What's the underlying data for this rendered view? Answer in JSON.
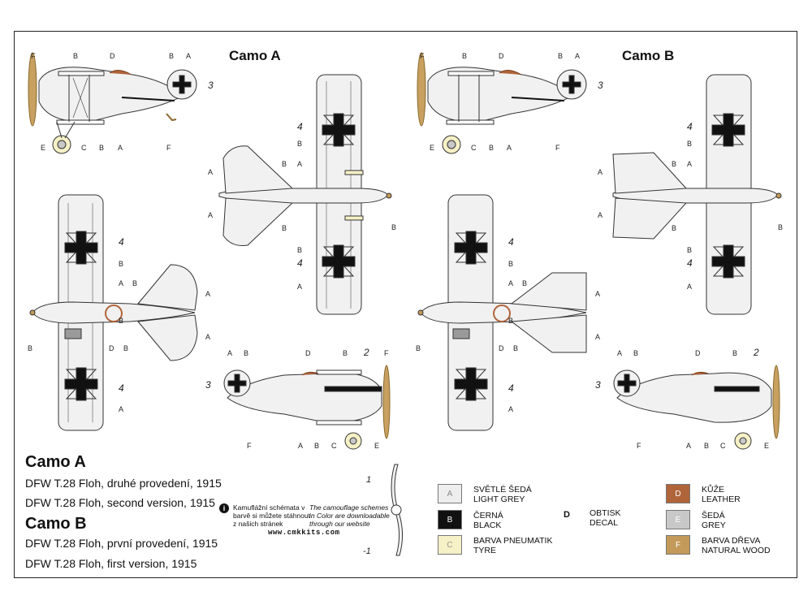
{
  "sheet": {
    "camo_a_title": "Camo A",
    "camo_b_title": "Camo B"
  },
  "callouts": {
    "A": "A",
    "B": "B",
    "C": "C",
    "D": "D",
    "E": "E",
    "F": "F",
    "n1": "1",
    "nm1": "-1",
    "n2": "2",
    "n3": "3",
    "n4": "4"
  },
  "legend": {
    "camo_a": {
      "title": "Camo A",
      "line1": "DFW T.28 Floh, druhé provedení, 1915",
      "line2": "DFW T.28 Floh, second version, 1915"
    },
    "camo_b": {
      "title": "Camo B",
      "line1": "DFW T.28 Floh, první provedení, 1915",
      "line2": "DFW T.28 Floh, first version, 1915"
    }
  },
  "note": {
    "cz_1": "Kamuflážní schémata v",
    "cz_2": "barvě si můžete stáhnout",
    "cz_3": "z našich stránek",
    "en_1": "The camouflage schemes",
    "en_2": "in Color are downloadable",
    "en_3": "through our website",
    "url": "www.cmkkits.com",
    "icon": "info-icon"
  },
  "color_key": [
    {
      "code": "A",
      "cz": "SVĚTLÉ ŠEDÁ",
      "en": "LIGHT GREY",
      "color": "#eeeeee",
      "text_color": "#888888"
    },
    {
      "code": "B",
      "cz": "ČERNÁ",
      "en": "BLACK",
      "color": "#111111",
      "text_color": "#ffffff"
    },
    {
      "code": "C",
      "cz": "BARVA PNEUMATIK",
      "en": "TYRE",
      "color": "#f6f1c6",
      "text_color": "#999999"
    },
    {
      "code": "D",
      "cz": "OBTISK",
      "en": "DECAL",
      "color": "",
      "text_color": "#111111"
    },
    {
      "code": "D",
      "cz": "KŮŽE",
      "en": "LEATHER",
      "color": "#b0643a",
      "text_color": "#ffffff"
    },
    {
      "code": "E",
      "cz": "ŠEDÁ",
      "en": "GREY",
      "color": "#c8c8c8",
      "text_color": "#ffffff"
    },
    {
      "code": "F",
      "cz": "BARVA DŘEVA",
      "en": "NATURAL WOOD",
      "color": "#c39a5a",
      "text_color": "#ffffff"
    }
  ]
}
